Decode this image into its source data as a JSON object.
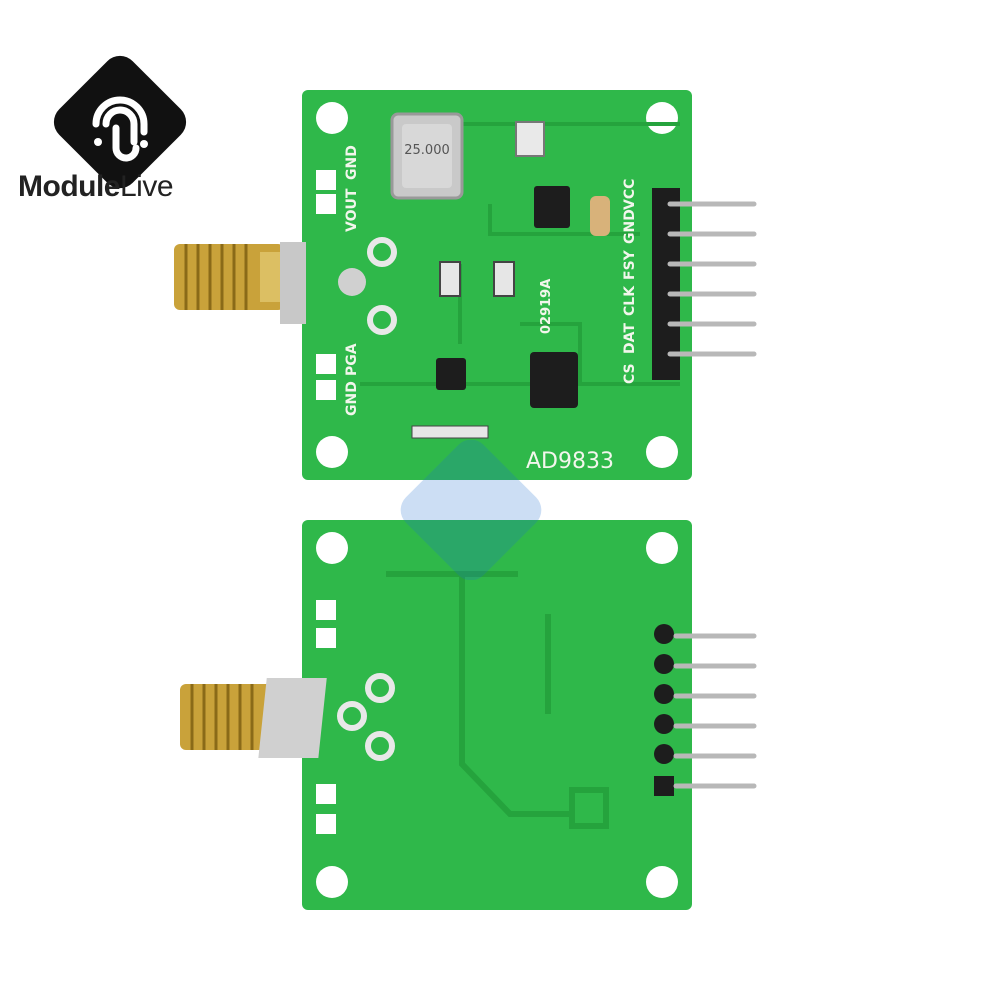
{
  "brand": {
    "name_bold": "Module",
    "name_light": "Live"
  },
  "front_board": {
    "module_label": "AD9833",
    "chip_code": "02919A",
    "crystal_label": "25.000",
    "pin_labels": [
      "VCC",
      "GND",
      "FSY",
      "CLK",
      "DAT",
      "CS"
    ],
    "left_top_labels": [
      "GND",
      "VOUT"
    ],
    "left_bottom_labels": [
      "PGA",
      "GND"
    ]
  },
  "colors": {
    "pcb_green": "#2fb84a",
    "pcb_trace": "#25a33d",
    "gold": "#c9a23a",
    "brand_dark": "#111111"
  }
}
